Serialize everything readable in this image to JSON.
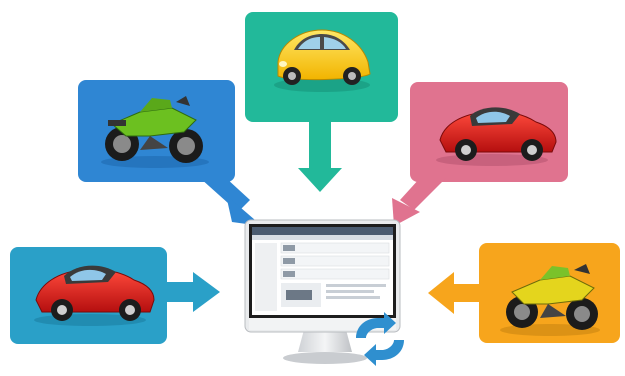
{
  "diagram": {
    "sources": [
      {
        "id": "motorcycle-green-black",
        "vehicle": "motorcycle",
        "box_color": "#2f86d3",
        "vehicle_color": "#6cc020"
      },
      {
        "id": "car-yellow-compact",
        "vehicle": "car",
        "box_color": "#22b99a",
        "vehicle_color": "#ffd21e"
      },
      {
        "id": "car-red-sports-top-right",
        "vehicle": "car",
        "box_color": "#e0738f",
        "vehicle_color": "#d01818"
      },
      {
        "id": "car-red-sports-left",
        "vehicle": "car",
        "box_color": "#2aa0c8",
        "vehicle_color": "#d01818"
      },
      {
        "id": "motorcycle-yellow-green",
        "vehicle": "motorcycle",
        "box_color": "#f7a51c",
        "vehicle_color": "#e4d51d"
      }
    ],
    "target": {
      "device": "desktop-monitor",
      "screen": "vehicle-listing-web-page",
      "sync_icon": "refresh-arrows-icon",
      "sync_icon_color": "#2f8fcf"
    }
  }
}
